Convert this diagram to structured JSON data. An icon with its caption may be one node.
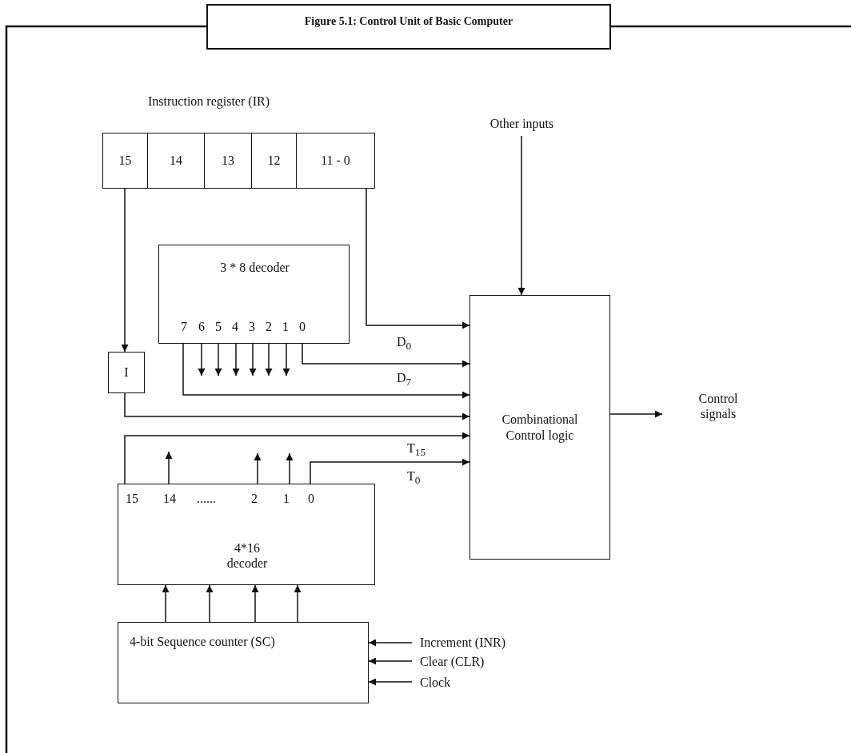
{
  "diagram": {
    "title": "Figure 5.1: Control Unit of Basic Computer",
    "nodes": [
      {
        "text": [
          "Instruction register (IR)"
        ]
      },
      {
        "text": [
          "15"
        ],
        "in": 0
      },
      {
        "text": [
          "14"
        ],
        "in": 0
      },
      {
        "text": [
          "13"
        ],
        "in": 0
      },
      {
        "text": [
          "12"
        ],
        "in": 0
      },
      {
        "text": [
          "11 - 0"
        ],
        "in": 0
      },
      {
        "text": [
          "Other inputs"
        ]
      },
      {
        "text": [
          "3 * 8 decoder",
          "7",
          "6",
          "5",
          "4",
          "3",
          "2",
          "1",
          "0"
        ]
      },
      {
        "text": [
          "I"
        ]
      },
      {
        "text": [
          "Combinational Control logic"
        ]
      },
      {
        "text": [
          "Control signals"
        ]
      },
      {
        "text": [
          "15",
          "14",
          "......",
          "2",
          "1",
          "0",
          "4*16 decoder"
        ]
      },
      {
        "text": [
          "4-bit Sequence counter (SC)"
        ]
      },
      {
        "text": [
          "Increment (INR)"
        ]
      },
      {
        "text": [
          "Clear (CLR)"
        ]
      },
      {
        "text": [
          "Clock"
        ]
      }
    ],
    "edges": [
      {
        "from": 1,
        "to": 8,
        "arrow": "to"
      },
      {
        "from": 5,
        "to": 9,
        "arrow": "to"
      },
      {
        "from": 6,
        "to": 9,
        "arrow": "to"
      },
      {
        "from": 7,
        "to": 9,
        "arrow": "to",
        "label": "D$_{0}$"
      },
      {
        "from": 7,
        "to": 9,
        "arrow": "to",
        "label": "D$_{7}$"
      },
      {
        "from": 8,
        "to": 9,
        "arrow": "to"
      },
      {
        "from": 11,
        "to": 9,
        "arrow": "to",
        "label": "T$_{15}$"
      },
      {
        "from": 11,
        "to": 9,
        "arrow": "to",
        "label": "T$_{0}$"
      },
      {
        "from": 9,
        "to": 10,
        "arrow": "to"
      },
      {
        "from": 7,
        "to": null,
        "arrow": "to"
      },
      {
        "from": 7,
        "to": null,
        "arrow": "to"
      },
      {
        "from": 7,
        "to": null,
        "arrow": "to"
      },
      {
        "from": 7,
        "to": null,
        "arrow": "to"
      },
      {
        "from": 7,
        "to": null,
        "arrow": "to"
      },
      {
        "from": 7,
        "to": null,
        "arrow": "to"
      },
      {
        "from": 11,
        "to": null,
        "arrow": "to"
      },
      {
        "from": 11,
        "to": null,
        "arrow": "to"
      },
      {
        "from": 11,
        "to": null,
        "arrow": "to"
      },
      {
        "from": 12,
        "to": 11,
        "arrow": "to"
      },
      {
        "from": 12,
        "to": 11,
        "arrow": "to"
      },
      {
        "from": 12,
        "to": 11,
        "arrow": "to"
      },
      {
        "from": 12,
        "to": 11,
        "arrow": "to"
      },
      {
        "from": 13,
        "to": 12,
        "arrow": "to"
      },
      {
        "from": 14,
        "to": 12,
        "arrow": "to"
      },
      {
        "from": 15,
        "to": 12,
        "arrow": "to"
      }
    ]
  }
}
